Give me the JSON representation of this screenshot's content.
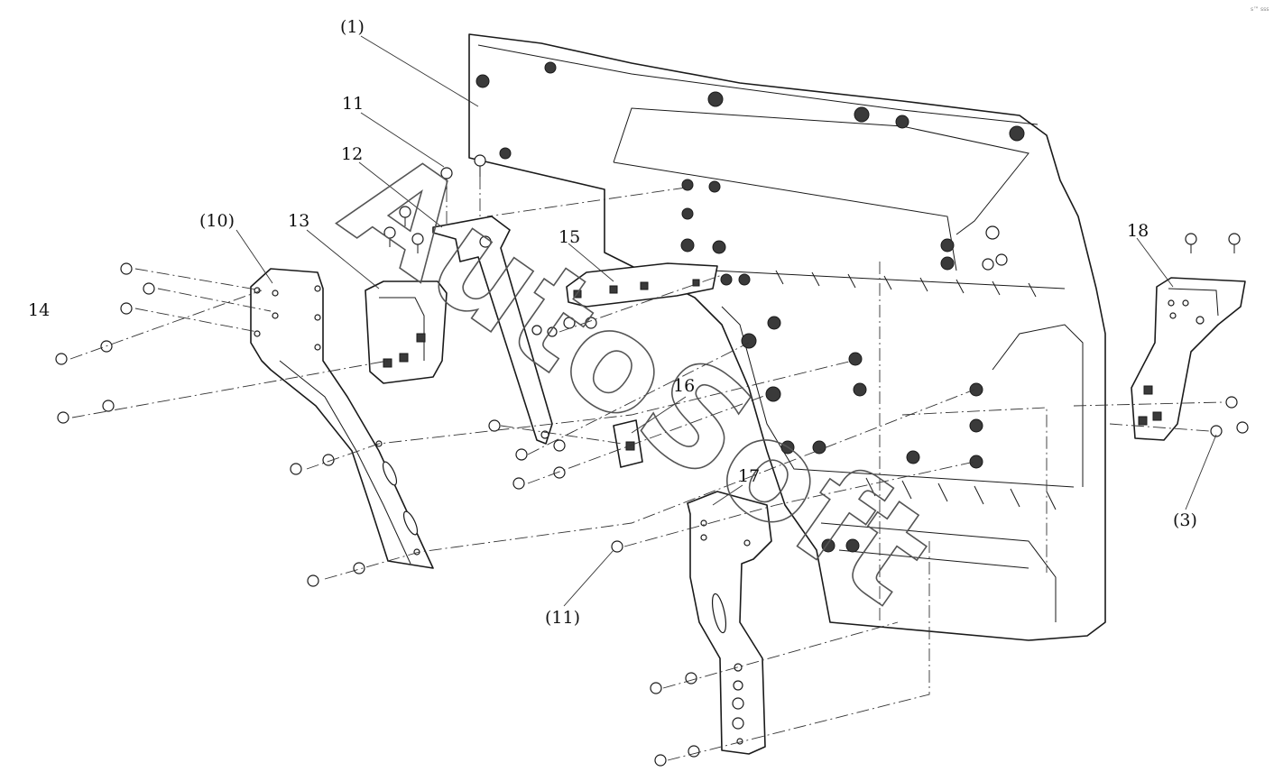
{
  "callouts": {
    "c1": "(1)",
    "c11": "11",
    "c12": "12",
    "c13": "13",
    "c10": "(10)",
    "c14": "14",
    "c15": "15",
    "c16": "16",
    "c17": "17",
    "c11b": "(11)",
    "c18": "18",
    "c3": "(3)"
  },
  "watermark": "AutoSoft",
  "corner_mark": "s™ sss",
  "colors": {
    "line": "#1a1a1a",
    "background": "#ffffff"
  }
}
